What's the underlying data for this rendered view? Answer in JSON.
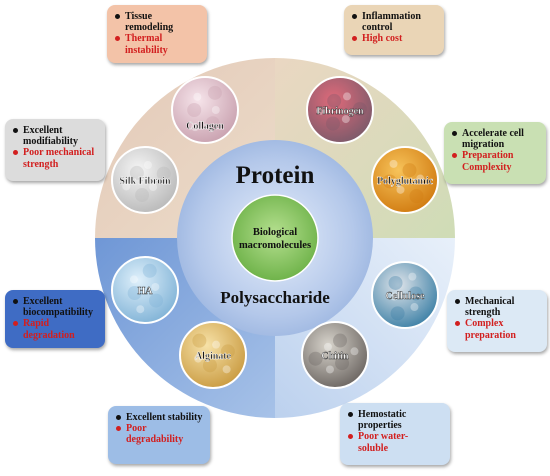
{
  "center": {
    "line1": "Biological",
    "line2": "macromolecules"
  },
  "categories": {
    "protein": "Protein",
    "polysaccharide": "Polysaccharide"
  },
  "materials": [
    {
      "key": "collagen",
      "label": "Collagen",
      "colors": [
        "#f6e4ea",
        "#c8a0ae"
      ]
    },
    {
      "key": "fibrinogen",
      "label": "Fibrinogen",
      "colors": [
        "#e06a7a",
        "#7a5a6a"
      ]
    },
    {
      "key": "polyglutamic",
      "label": "Polyglutamic",
      "colors": [
        "#f7c35a",
        "#d07a10"
      ]
    },
    {
      "key": "cellulose",
      "label": "Cellulose",
      "colors": [
        "#dfe4ea",
        "#3b7fa5"
      ]
    },
    {
      "key": "chitin",
      "label": "Chitin",
      "colors": [
        "#d8d4cc",
        "#6a6460"
      ]
    },
    {
      "key": "alginate",
      "label": "Alginate",
      "colors": [
        "#f7e2a8",
        "#c99a40"
      ]
    },
    {
      "key": "ha",
      "label": "HA",
      "colors": [
        "#dff0fb",
        "#7fb2d6"
      ]
    },
    {
      "key": "silk-fibroin",
      "label": "Silk Fibroin",
      "colors": [
        "#f5f5f5",
        "#b8b8b8"
      ]
    }
  ],
  "info_boxes": [
    {
      "key": "tissue",
      "bg": "#f3c3a8",
      "advantage": [
        "Tissue",
        "remodeling"
      ],
      "disadvantage": [
        "Thermal",
        "instability"
      ]
    },
    {
      "key": "inflammation",
      "bg": "#ead5b6",
      "advantage": [
        "Inflammation",
        "control"
      ],
      "disadvantage": [
        "High cost"
      ]
    },
    {
      "key": "migration",
      "bg": "#c9e0b3",
      "advantage": [
        "Accelerate cell",
        "migration"
      ],
      "disadvantage": [
        "Preparation",
        "Complexity"
      ]
    },
    {
      "key": "mechanical",
      "bg": "#dce9f5",
      "advantage": [
        "Mechanical",
        "strength"
      ],
      "disadvantage": [
        "Complex",
        "preparation"
      ]
    },
    {
      "key": "hemostatic",
      "bg": "#cddff2",
      "advantage": [
        "Hemostatic",
        "properties"
      ],
      "disadvantage": [
        "Poor water-",
        "soluble"
      ]
    },
    {
      "key": "stability",
      "bg": "#9dbde6",
      "advantage": [
        "Excellent stability"
      ],
      "disadvantage": [
        "Poor",
        "degradability"
      ]
    },
    {
      "key": "biocompat",
      "bg": "#3f6cc4",
      "advantage": [
        "Excellent",
        "biocompatibility"
      ],
      "disadvantage": [
        "Rapid",
        "degradation"
      ]
    },
    {
      "key": "modifiability",
      "bg": "#dcdcdc",
      "advantage": [
        "Excellent",
        "modifiability"
      ],
      "disadvantage": [
        "Poor mechanical",
        "strength"
      ]
    }
  ],
  "colors": {
    "protein_sector": "#e7d3bf",
    "protein_sector_right": "#d4dcc0",
    "poly_sector_left": "#7ea3d9",
    "poly_sector_right": "#c7daf2",
    "middle_ring": "#b4c8ea",
    "center": "#8ec96a",
    "advantage_text": "#111111",
    "disadvantage_text": "#d21f1f"
  }
}
